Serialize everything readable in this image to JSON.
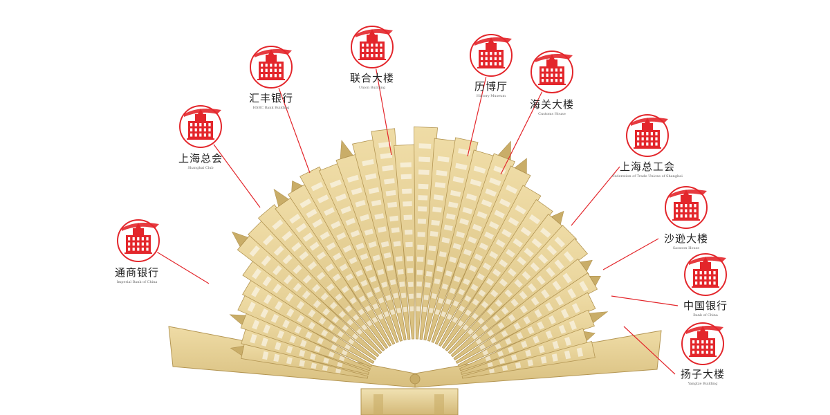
{
  "landmarks": [
    {
      "key": "tongshang",
      "label": "通商银行",
      "sub": "Imperial Bank of China"
    },
    {
      "key": "shanghai-club",
      "label": "上海总会",
      "sub": "Shanghai Club"
    },
    {
      "key": "hsbc",
      "label": "汇丰银行",
      "sub": "HSBC Bank Building"
    },
    {
      "key": "union",
      "label": "联合大楼",
      "sub": "Union Building"
    },
    {
      "key": "history",
      "label": "历博厅",
      "sub": "History Museum"
    },
    {
      "key": "customs",
      "label": "海关大楼",
      "sub": "Customs House"
    },
    {
      "key": "unions",
      "label": "上海总工会",
      "sub": "Federation of Trade Unions of Shanghai"
    },
    {
      "key": "sassoon",
      "label": "沙逊大楼",
      "sub": "Sassoon House"
    },
    {
      "key": "bank-of-china",
      "label": "中国银行",
      "sub": "Bank of China"
    },
    {
      "key": "yangtze",
      "label": "扬子大楼",
      "sub": "Yangtze Building"
    }
  ],
  "colors": {
    "accent": "#e3262b",
    "fan": "#e9d49a",
    "fan_dark": "#c9ad68",
    "fan_shadow": "#b39552"
  }
}
